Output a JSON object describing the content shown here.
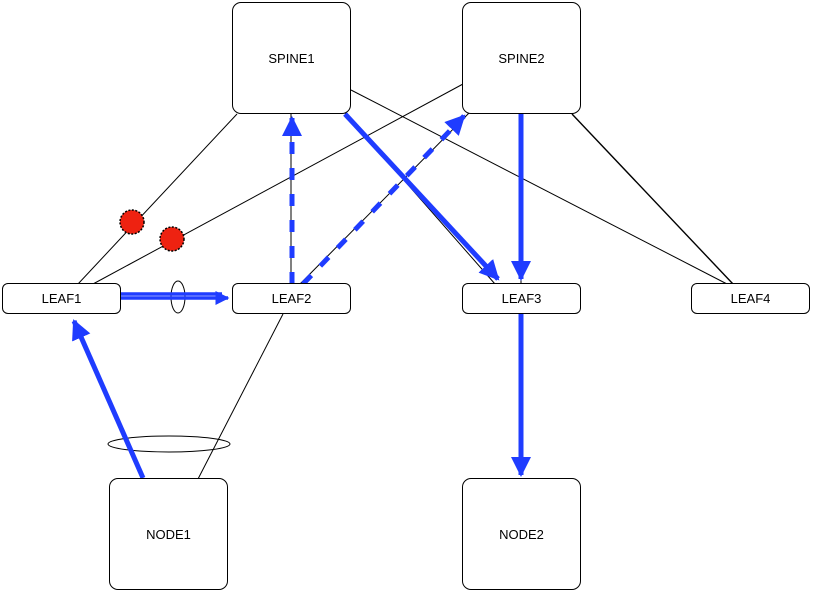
{
  "diagram": {
    "nodes": {
      "spine1": "SPINE1",
      "spine2": "SPINE2",
      "leaf1": "LEAF1",
      "leaf2": "LEAF2",
      "leaf3": "LEAF3",
      "leaf4": "LEAF4",
      "node1": "NODE1",
      "node2": "NODE2"
    },
    "colors": {
      "traffic": "#1f3cff",
      "link": "#000000",
      "failure": "#ee2211"
    }
  }
}
